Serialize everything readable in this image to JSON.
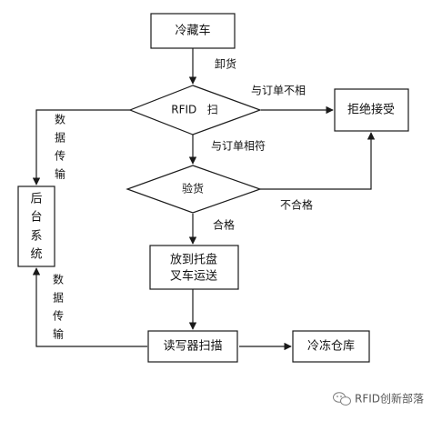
{
  "nodes": {
    "cold_truck": "冷藏车",
    "rfid_scan": "RFID   扫",
    "reject": "拒绝接受",
    "inspect": "验货",
    "backend": [
      "后",
      "台",
      "系",
      "统"
    ],
    "pallet": [
      "放到托盘",
      "叉车运送"
    ],
    "reader": "读写器扫描",
    "cold_storage": "冷冻仓库"
  },
  "edge_labels": {
    "unload": "卸货",
    "mismatch": "与订单不相",
    "match": "与订单相符",
    "fail": "不合格",
    "pass": "合格",
    "data_transfer_upper": [
      "数",
      "据",
      "传",
      "输"
    ],
    "data_transfer_lower": [
      "数",
      "据",
      "传",
      "输"
    ]
  },
  "watermark": {
    "text": "RFID创新部落"
  },
  "colors": {
    "line": "#1a1a1a",
    "box_fill": "#ffffff",
    "watermark": "#555555"
  }
}
